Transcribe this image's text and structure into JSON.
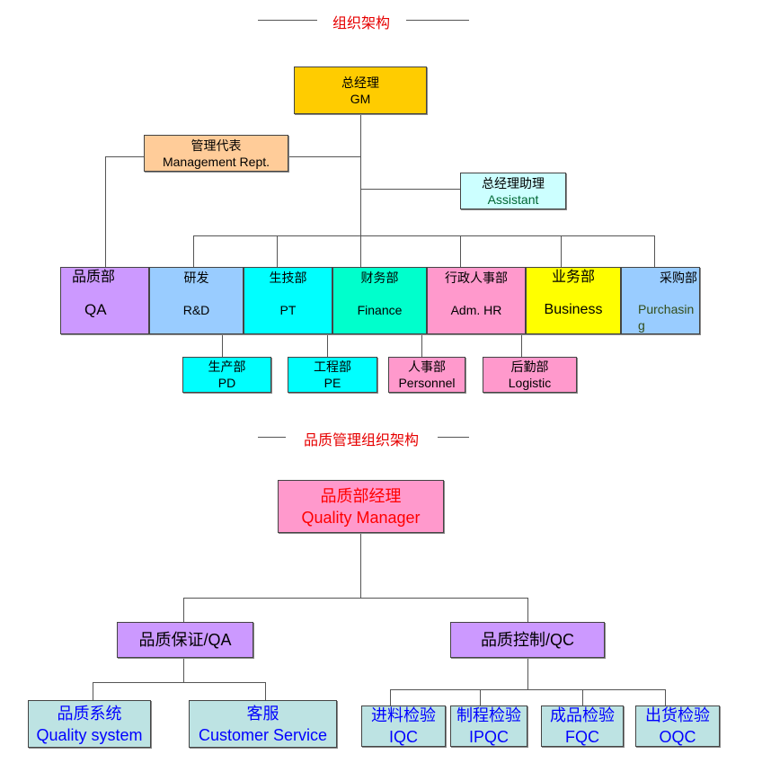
{
  "titles": {
    "company": "组织架构",
    "quality": "品质管理组织架构"
  },
  "gm": {
    "zh": "总经理",
    "en": "GM"
  },
  "mgmt_rep": {
    "zh": "管理代表",
    "en": "Management Rept."
  },
  "assistant": {
    "zh": "总经理助理",
    "en": "Assistant"
  },
  "departments": [
    {
      "zh": "品质部",
      "en": "QA"
    },
    {
      "zh": "研发",
      "en": "R&D"
    },
    {
      "zh": "生技部",
      "en": "PT"
    },
    {
      "zh": "财务部",
      "en": "Finance"
    },
    {
      "zh": "行政人事部",
      "en": "Adm. HR"
    },
    {
      "zh": "业务部",
      "en": "Business"
    },
    {
      "zh": "采购部",
      "en": "Purchasing"
    }
  ],
  "sub_departments": [
    {
      "zh": "生产部",
      "en": "PD"
    },
    {
      "zh": "工程部",
      "en": "PE"
    },
    {
      "zh": "人事部",
      "en": "Personnel"
    },
    {
      "zh": "后勤部",
      "en": "Logistic"
    }
  ],
  "quality_manager": {
    "zh": "品质部经理",
    "en": "Quality Manager"
  },
  "qa": {
    "label": "品质保证/QA"
  },
  "qc": {
    "label": "品质控制/QC"
  },
  "qa_units": [
    {
      "zh": "品质系统",
      "en": "Quality system"
    },
    {
      "zh": "客服",
      "en": "Customer Service"
    }
  ],
  "qc_units": [
    {
      "zh": "进料检验",
      "en": "IQC"
    },
    {
      "zh": "制程检验",
      "en": "IPQC"
    },
    {
      "zh": "成品检验",
      "en": "FQC"
    },
    {
      "zh": "出货检验",
      "en": "OQC"
    }
  ],
  "colors": {
    "gm": "#ffcc00",
    "rep": "#ffcc99",
    "assistant": "#ccffff",
    "qa": "#cc99ff",
    "rd": "#99ccff",
    "pt": "#00ffff",
    "fin": "#00ffcc",
    "hr": "#ff99cc",
    "biz": "#ffff00",
    "unit": "#bde3e3"
  }
}
